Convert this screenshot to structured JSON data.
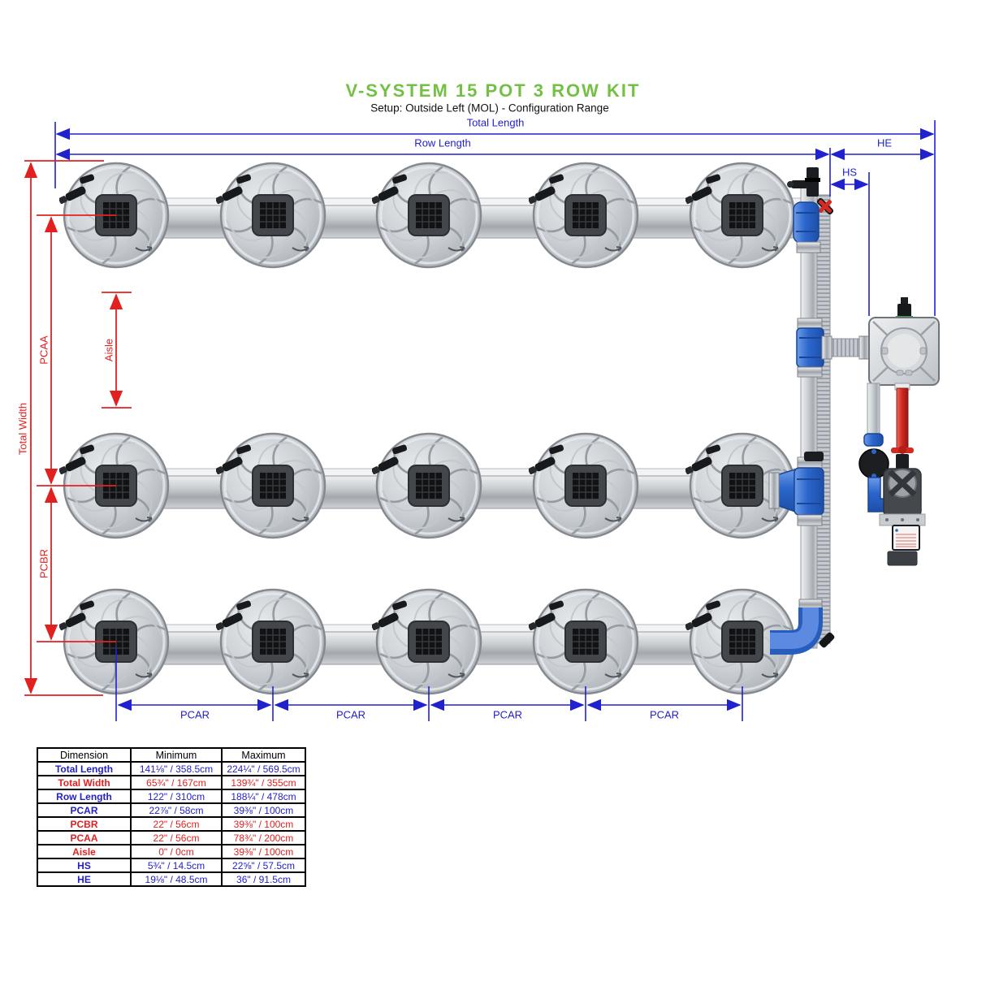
{
  "header": {
    "title": "V-SYSTEM 15 POT 3 ROW KIT",
    "subtitle": "Setup: Outside Left (MOL) - Configuration Range"
  },
  "dimension_labels": {
    "total_length": "Total Length",
    "row_length": "Row Length",
    "he": "HE",
    "hs": "HS",
    "total_width": "Total Width",
    "pcaa": "PCAA",
    "aisle": "Aisle",
    "pcbr": "PCBR",
    "pcar": "PCAR"
  },
  "diagram": {
    "rows": 3,
    "pots_per_row": 5,
    "total_pots": 15
  },
  "colors": {
    "dimension_blue": "#2121cd",
    "dimension_red": "#e32020",
    "title_green": "#74c044",
    "fitting_blue": "#2b66cc",
    "valve_red": "#d42a20"
  },
  "table": {
    "headers": [
      "Dimension",
      "Minimum",
      "Maximum"
    ],
    "rows": [
      {
        "label": "Total Length",
        "min": "141⅛\" / 358.5cm",
        "max": "224¼\" / 569.5cm",
        "color": "blue"
      },
      {
        "label": "Total Width",
        "min": "65¾\" / 167cm",
        "max": "139¾\" / 355cm",
        "color": "red"
      },
      {
        "label": "Row Length",
        "min": "122\" / 310cm",
        "max": "188¼\" / 478cm",
        "color": "blue"
      },
      {
        "label": "PCAR",
        "min": "22⅞\" / 58cm",
        "max": "39⅜\" / 100cm",
        "color": "blue"
      },
      {
        "label": "PCBR",
        "min": "22\" / 56cm",
        "max": "39⅜\" / 100cm",
        "color": "red"
      },
      {
        "label": "PCAA",
        "min": "22\" / 56cm",
        "max": "78¾\" / 200cm",
        "color": "red"
      },
      {
        "label": "Aisle",
        "min": "0\" / 0cm",
        "max": "39⅜\" / 100cm",
        "color": "red"
      },
      {
        "label": "HS",
        "min": "5¾\" / 14.5cm",
        "max": "22⅝\" / 57.5cm",
        "color": "blue"
      },
      {
        "label": "HE",
        "min": "19⅛\" / 48.5cm",
        "max": "36\" / 91.5cm",
        "color": "blue"
      }
    ]
  }
}
